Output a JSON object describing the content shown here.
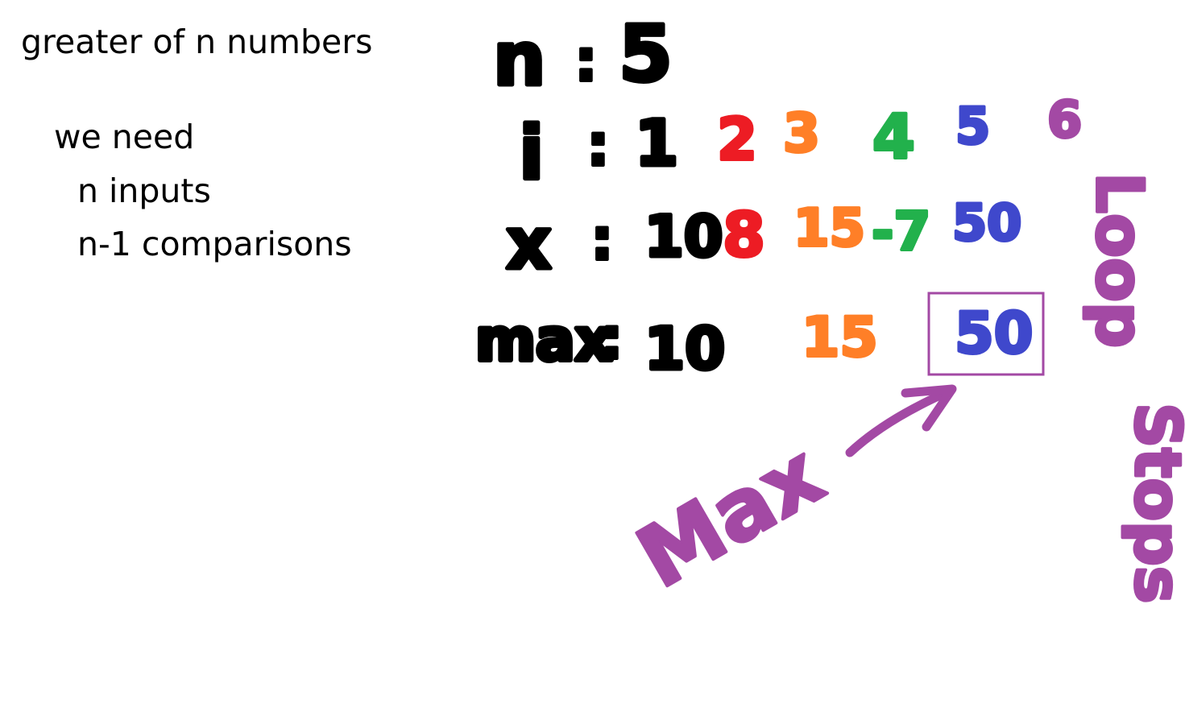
{
  "notes": {
    "title": "greater of n numbers",
    "need": "we need",
    "inputs": "n inputs",
    "comparisons": "n-1 comparisons"
  },
  "trace": {
    "n_label": "n",
    "n_sep": ":",
    "n_value": "5",
    "i_label": "i",
    "i_sep": ":",
    "i_values": [
      "1",
      "2",
      "3",
      "4",
      "5",
      "6"
    ],
    "x_label": "x",
    "x_sep": ":",
    "x_values": [
      "10",
      "8",
      "15",
      "-7",
      "50"
    ],
    "max_label": "max",
    "max_sep": ":",
    "max_values": [
      "10",
      "15",
      "50"
    ]
  },
  "annotations": {
    "max_pointer": "Max",
    "loop_stops_line1": "Loop",
    "loop_stops_line2": "Stops"
  },
  "colors": {
    "black": "#000000",
    "red": "#ed1c24",
    "orange": "#ff7f27",
    "green": "#22b14c",
    "blue": "#3f48cc",
    "purple": "#a349a4"
  }
}
